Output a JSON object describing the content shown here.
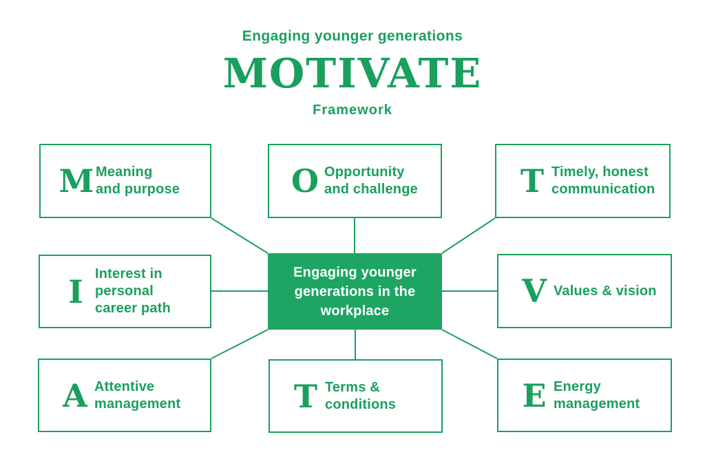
{
  "title_block": {
    "eyebrow": "Engaging younger generations",
    "title": "MOTIVATE",
    "caption": "Framework"
  },
  "center_node": {
    "label": "Engaging younger\ngenerations in the\nworkplace"
  },
  "nodes": [
    {
      "id": "m",
      "letter": "M",
      "label": "Meaning\nand purpose"
    },
    {
      "id": "o",
      "letter": "O",
      "label": "Opportunity\nand challenge"
    },
    {
      "id": "t1",
      "letter": "T",
      "label": "Timely, honest\ncommunication"
    },
    {
      "id": "i",
      "letter": "I",
      "label": "Interest in\npersonal\ncareer path"
    },
    {
      "id": "v",
      "letter": "V",
      "label": "Values & vision"
    },
    {
      "id": "a",
      "letter": "A",
      "label": "Attentive\nmanagement"
    },
    {
      "id": "t2",
      "letter": "T",
      "label": "Terms &\nconditions"
    },
    {
      "id": "e",
      "letter": "E",
      "label": "Energy\nmanagement"
    }
  ],
  "colors": {
    "accent_green": "#1b9f5e",
    "center_fill": "#1ea563",
    "center_text": "#ffffff",
    "background": "#ffffff"
  }
}
